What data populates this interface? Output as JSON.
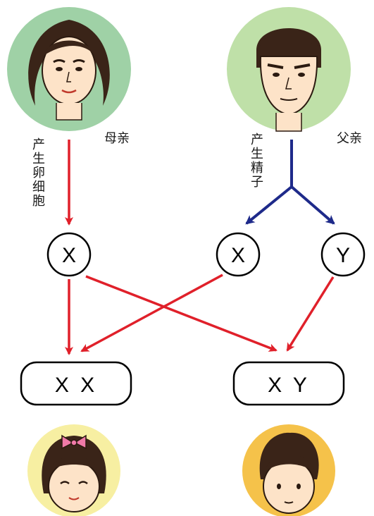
{
  "labels": {
    "mother": "母亲",
    "father": "父亲",
    "produce_egg": "产生卵细胞",
    "produce_sperm": "产生精子"
  },
  "chromosomes": {
    "egg_x": "X",
    "sperm_x": "X",
    "sperm_y": "Y"
  },
  "offspring": {
    "daughter": "X X",
    "son": "X Y"
  },
  "colors": {
    "egg_arrow": "#e0202a",
    "sperm_arrow": "#1e2a8a",
    "mother_bg": "#9fd1a6",
    "father_bg": "#bfe0a8",
    "daughter_bg": "#f7efa2",
    "son_bg": "#f5c24a"
  },
  "icons": [
    "mother-portrait-icon",
    "father-portrait-icon",
    "daughter-portrait-icon",
    "son-portrait-icon"
  ]
}
